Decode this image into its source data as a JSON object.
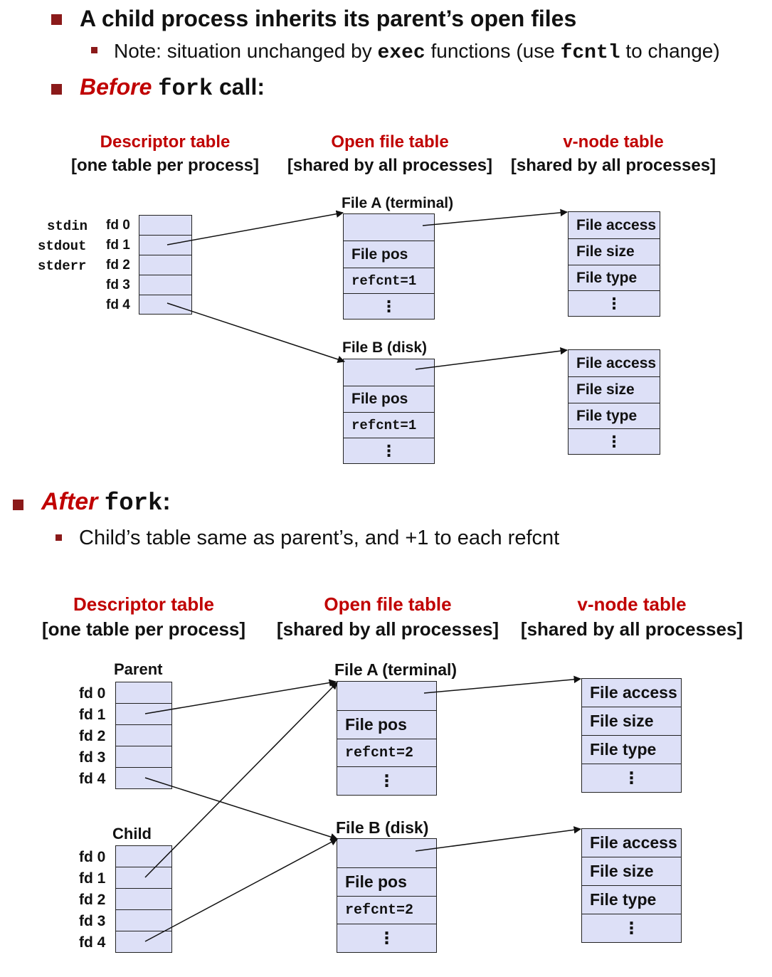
{
  "bullets": {
    "b1": "A child process inherits its parent’s open files",
    "b1_sub_pre": "Note: situation unchanged by ",
    "b1_sub_exec": "exec",
    "b1_sub_mid": " functions (use ",
    "b1_sub_fcntl": "fcntl",
    "b1_sub_post": " to change)",
    "b2_italic": "Before",
    "b2_code": "fork",
    "b2_post": " call:",
    "b3_italic": "After",
    "b3_code": "fork",
    "b3_post": ":",
    "b3_sub": "Child’s table same as parent’s, and +1 to each refcnt"
  },
  "columns": {
    "descriptor_title": "Descriptor table",
    "descriptor_sub": "[one table per process]",
    "open_title": "Open file table",
    "open_sub": "[shared by all processes]",
    "vnode_title": "v-node table",
    "vnode_sub": "[shared by all processes]"
  },
  "std_labels": [
    "stdin",
    "stdout",
    "stderr"
  ],
  "fd_labels": [
    "fd 0",
    "fd 1",
    "fd 2",
    "fd 3",
    "fd 4"
  ],
  "file_a_title": "File A (terminal)",
  "file_b_title": "File B (disk)",
  "file_pos": "File pos",
  "refcnt_before": "refcnt=1",
  "refcnt_after": "refcnt=2",
  "ellipsis": "⋮",
  "vnode_rows": [
    "File access",
    "File size",
    "File type"
  ],
  "parent_label": "Parent",
  "child_label": "Child",
  "colors": {
    "accent": "#c00000",
    "bullet": "#8b1a1a",
    "cell_fill": "#dde0f7"
  }
}
